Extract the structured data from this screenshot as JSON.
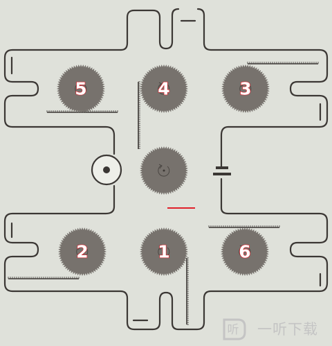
{
  "colors": {
    "background": "#dfe1da",
    "track": "#3b3734",
    "gear": "#77726d",
    "highlight": "#e0202a",
    "numeral_fill": "#ffffff"
  },
  "gears": [
    {
      "id": "gear-5",
      "label": "5",
      "icon": "rotate-arrow-icon"
    },
    {
      "id": "gear-4",
      "label": "4",
      "icon": "rotate-arrow-icon"
    },
    {
      "id": "gear-3",
      "label": "3",
      "icon": "rotate-arrow-icon"
    },
    {
      "id": "gear-center",
      "label": "",
      "icon": "rotate-arrow-icon"
    },
    {
      "id": "gear-2",
      "label": "2",
      "icon": "rotate-arrow-icon"
    },
    {
      "id": "gear-1",
      "label": "1",
      "icon": "rotate-arrow-icon"
    },
    {
      "id": "gear-6",
      "label": "6",
      "icon": "rotate-arrow-icon"
    }
  ],
  "components": {
    "lamp": "lamp-icon",
    "battery": "battery-icon"
  },
  "watermark": {
    "text": "一听下载",
    "logo_glyph": "听"
  }
}
